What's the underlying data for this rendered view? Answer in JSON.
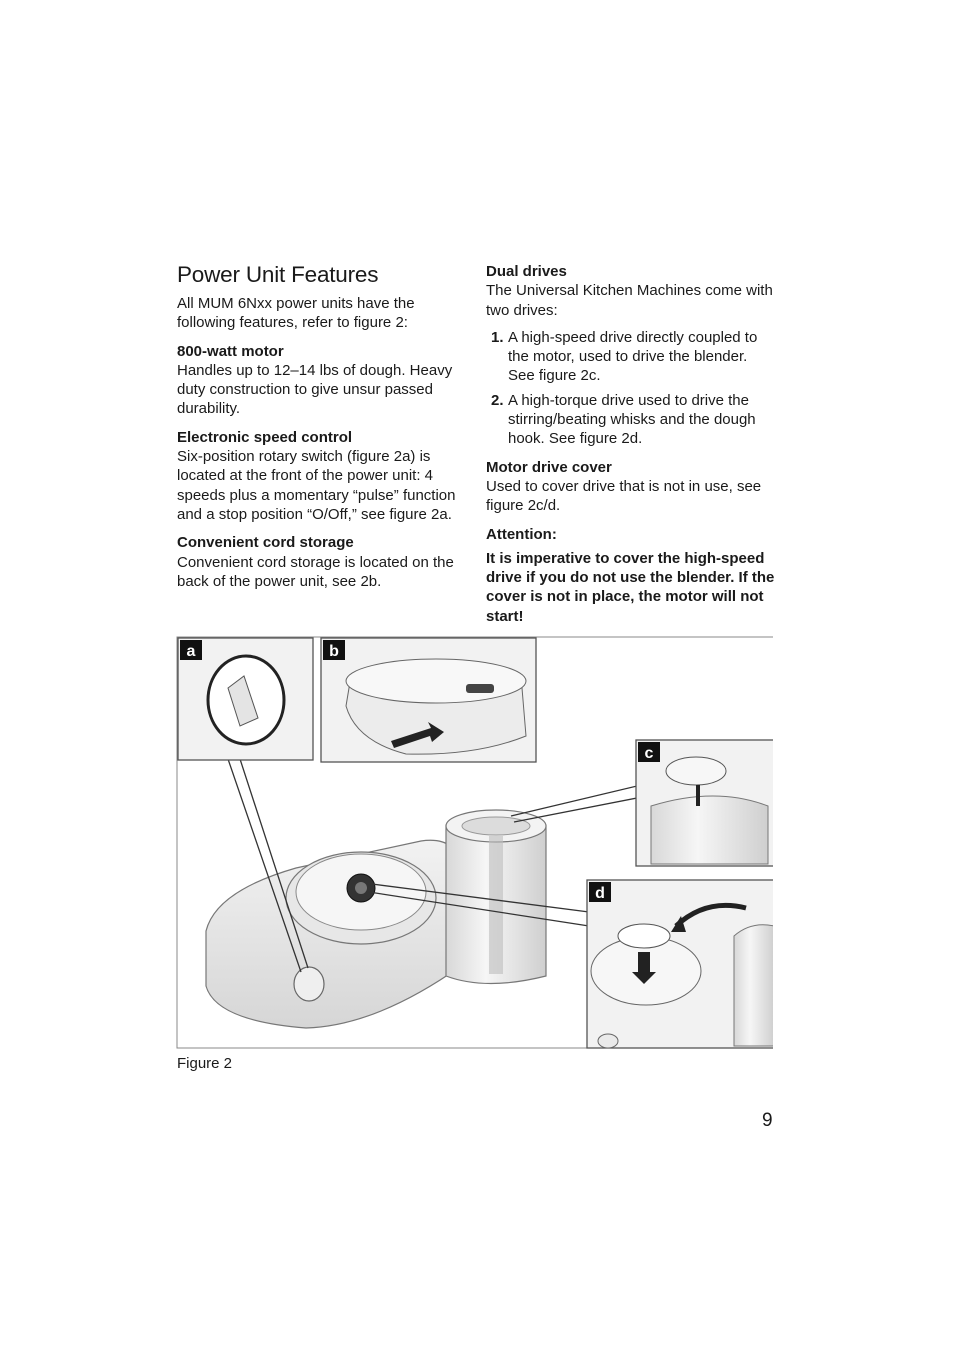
{
  "left": {
    "title": "Power Unit Features",
    "intro": "All MUM 6Nxx power units have the following features, refer to figure 2:",
    "sections": [
      {
        "heading": "800-watt motor",
        "body": "Handles up to 12–14 lbs of dough. Heavy duty construction to give unsur passed durability."
      },
      {
        "heading": "Electronic speed control",
        "body": "Six-position rotary switch (figure 2a) is located at the front of the power unit: 4 speeds plus a momentary “pulse” function and a stop position “O/Off,” see figure 2a."
      },
      {
        "heading": "Convenient cord storage",
        "body": "Convenient cord storage is located on the back of the power unit, see 2b."
      }
    ]
  },
  "right": {
    "dual_heading": "Dual drives",
    "dual_intro": "The Universal Kitchen Machines come with two drives:",
    "items": [
      {
        "num": "1.",
        "text": "A high-speed drive directly coupled to the motor, used to drive the blender. See figure 2c."
      },
      {
        "num": "2.",
        "text": "A high-torque drive used to drive the stirring/beating whisks and the dough hook. See figure 2d."
      }
    ],
    "cover_heading": "Motor drive cover",
    "cover_body": "Used to cover drive that is not in use, see figure 2c/d.",
    "attention_heading": "Attention:",
    "attention_body": "It is imperative to cover the high-speed drive if you do not use the blender. If the cover is not in place, the motor will not start!"
  },
  "figure": {
    "panels": [
      "a",
      "b",
      "c",
      "d"
    ],
    "caption": "Figure 2"
  },
  "page_number": "9"
}
